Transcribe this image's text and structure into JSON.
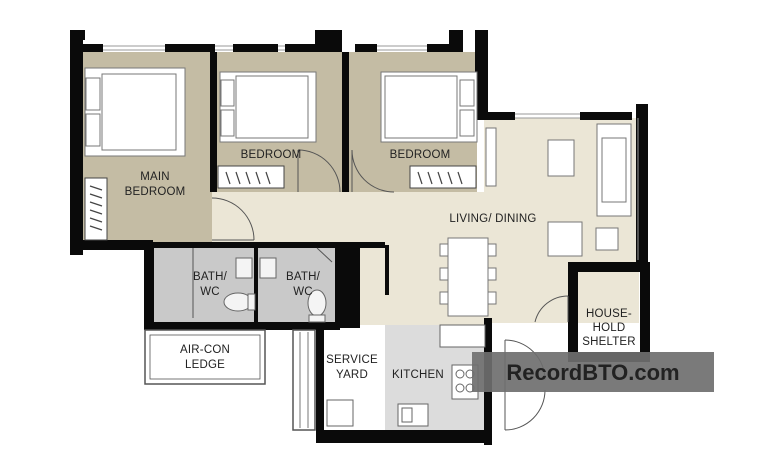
{
  "rooms": {
    "main_bedroom": [
      "MAIN",
      "BEDROOM"
    ],
    "bedroom_2": "BEDROOM",
    "bedroom_3": "BEDROOM",
    "living_dining": "LIVING/ DINING",
    "bath_1": [
      "BATH/",
      "WC"
    ],
    "bath_2": [
      "BATH/",
      "WC"
    ],
    "household_shelter": [
      "HOUSE-",
      "HOLD",
      "SHELTER"
    ],
    "aircon_ledge": [
      "AIR-CON",
      "LEDGE"
    ],
    "service_yard": [
      "SERVICE",
      "YARD"
    ],
    "kitchen": "KITCHEN"
  },
  "watermark": "RecordBTO.com",
  "colors": {
    "bedroom_floor": "#c4bca4",
    "living_floor": "#ebe6d6",
    "bath_floor": "#c9c9c9",
    "kitchen_floor": "#dcdcdc",
    "wall": "#0a0a0a",
    "watermark_bg": "#6f6f6f"
  }
}
